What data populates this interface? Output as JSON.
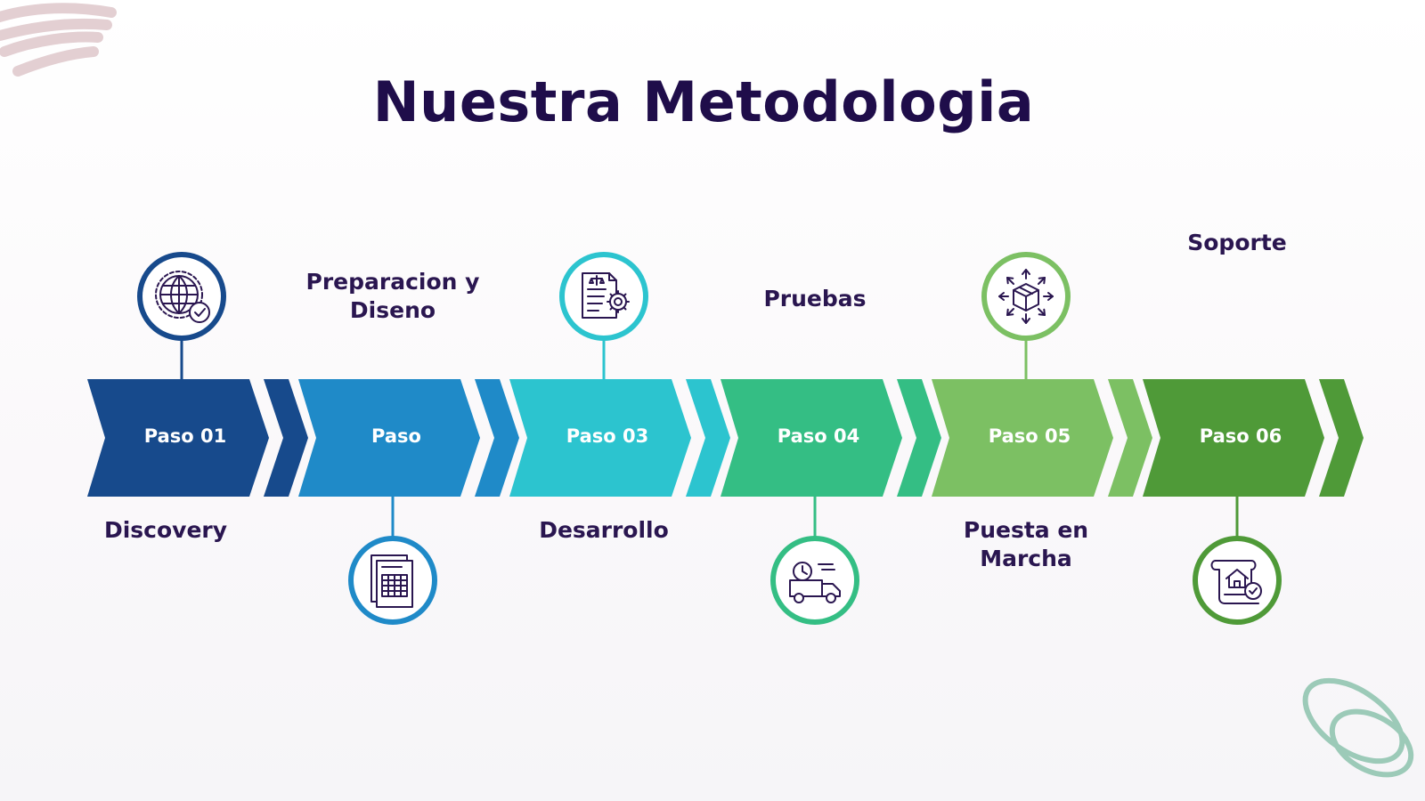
{
  "title": "Nuestra Metodologia",
  "steps": [
    {
      "badge": "Paso 01",
      "label_lines": [
        "Discovery"
      ],
      "color": "#174a8c",
      "icon": "globe-check-icon"
    },
    {
      "badge": "Paso",
      "label_lines": [
        "Preparacion y",
        "Diseno"
      ],
      "color": "#1f8ac8",
      "icon": "spreadsheet-document-icon"
    },
    {
      "badge": "Paso 03",
      "label_lines": [
        "Desarrollo"
      ],
      "color": "#2cc4cf",
      "icon": "legal-document-gear-icon"
    },
    {
      "badge": "Paso 04",
      "label_lines": [
        "Pruebas"
      ],
      "color": "#34be84",
      "icon": "delivery-truck-clock-icon"
    },
    {
      "badge": "Paso 05",
      "label_lines": [
        "Puesta en",
        "Marcha"
      ],
      "color": "#7cc063",
      "icon": "package-distribution-icon"
    },
    {
      "badge": "Paso 06",
      "label_lines": [
        "Soporte"
      ],
      "color": "#4f9a38",
      "icon": "house-certificate-icon"
    }
  ],
  "decor": {
    "scribble_color": "#e3cfd2",
    "loop_color": "#9ccab8",
    "text_color": "#2a1650"
  }
}
